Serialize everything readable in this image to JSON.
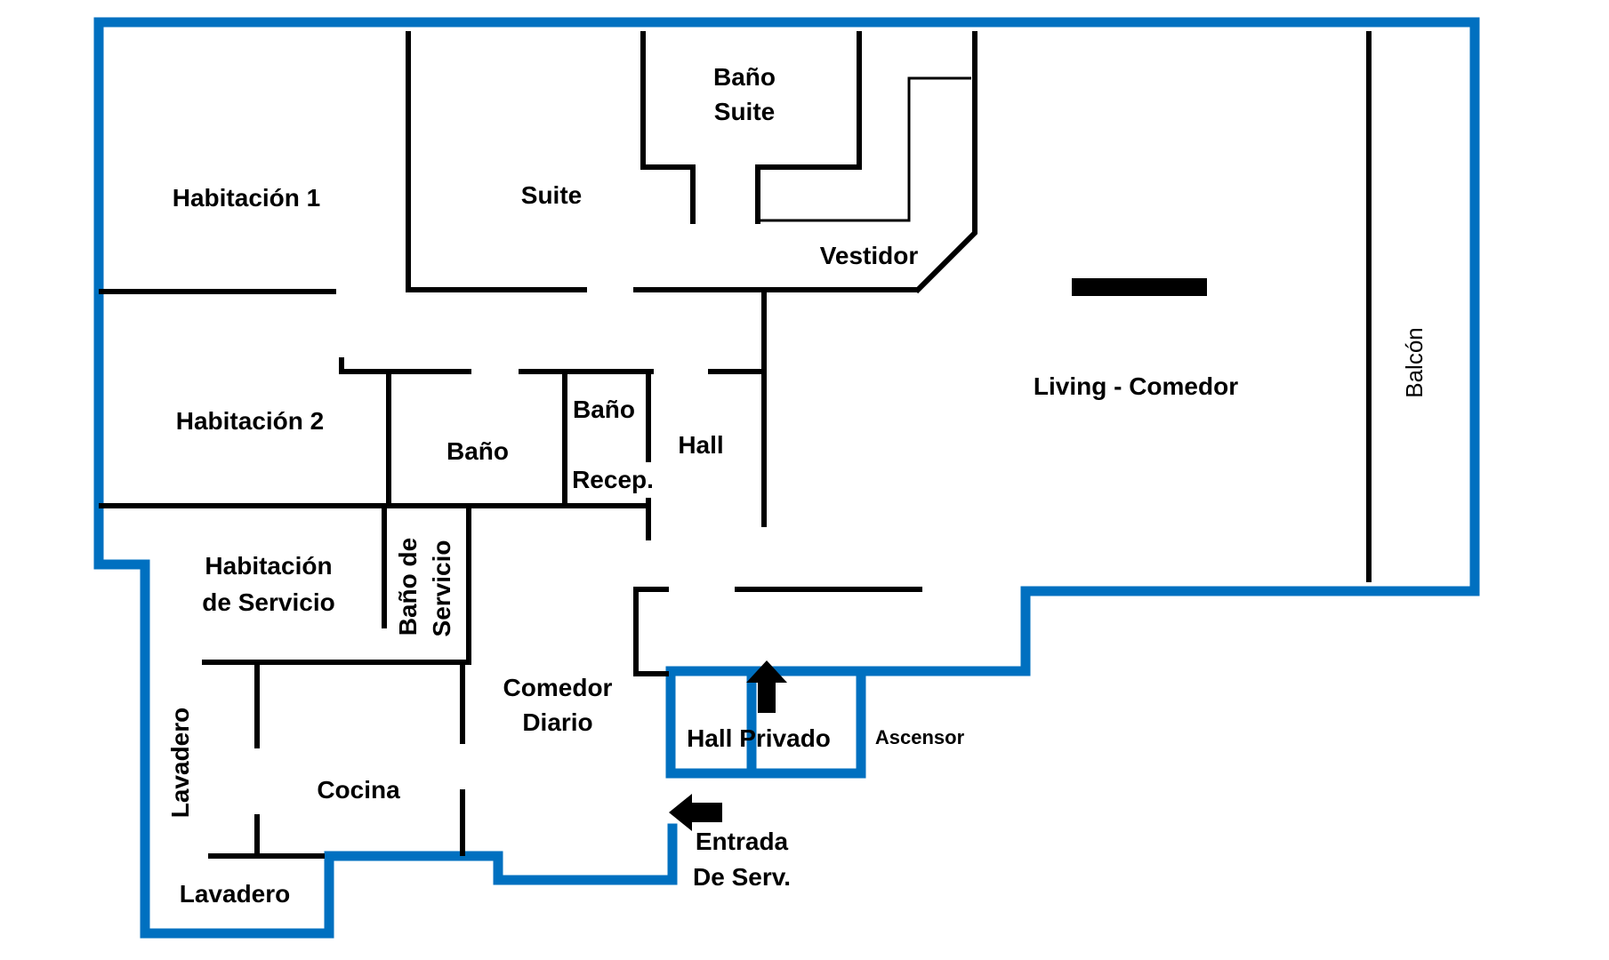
{
  "plan": {
    "colors": {
      "outer_wall": "#0070C0",
      "inner_wall": "#000000",
      "background": "#FFFFFF"
    },
    "rooms": {
      "habitacion_1": "Habitación 1",
      "suite": "Suite",
      "bano_suite_1": "Baño",
      "bano_suite_2": "Suite",
      "vestidor": "Vestidor",
      "habitacion_2": "Habitación 2",
      "bano": "Baño",
      "bano_recep_1": "Baño",
      "bano_recep_2": "Recep.",
      "hall": "Hall",
      "living_comedor": "Living - Comedor",
      "balcon": "Balcón",
      "hab_servicio_1": "Habitación",
      "hab_servicio_2": "de Servicio",
      "bano_servicio_1": "Baño de",
      "bano_servicio_2": "Servicio",
      "comedor_diario_1": "Comedor",
      "comedor_diario_2": "Diario",
      "lavadero_vertical": "Lavadero",
      "cocina": "Cocina",
      "lavadero": "Lavadero",
      "hall_privado": "Hall Privado",
      "ascensor": "Ascensor",
      "entrada_1": "Entrada",
      "entrada_2": "De Serv."
    },
    "icons": {
      "main_entry": "arrow-up-icon",
      "service_entry": "arrow-left-icon"
    }
  }
}
